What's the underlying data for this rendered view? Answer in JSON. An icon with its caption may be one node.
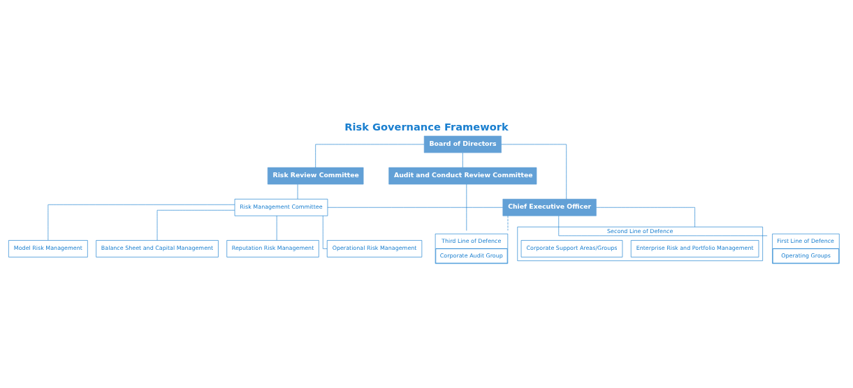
{
  "diagram": {
    "title": "Risk Governance Framework",
    "nodes": [
      {
        "text": [
          "Board of Directors"
        ]
      },
      {
        "text": [
          "Risk Review Committee"
        ]
      },
      {
        "text": [
          "Audit and Conduct Review Committee"
        ]
      },
      {
        "text": [
          "Chief Executive Officer"
        ]
      },
      {
        "text": [
          "Risk Management Committee"
        ]
      },
      {
        "text": [
          "Balance Sheet and Capital Management"
        ]
      },
      {
        "text": [
          "Reputation Risk Management"
        ]
      },
      {
        "text": [
          "Operational Risk Management"
        ]
      },
      {
        "text": [
          "Model Risk Management"
        ]
      },
      {
        "text": [
          "First Line of Defence",
          "Operating Groups"
        ]
      },
      {
        "text": [
          "Second Line of Defence"
        ]
      },
      {
        "text": [
          "Enterprise Risk and Portfolio Management"
        ],
        "in": 10
      },
      {
        "text": [
          "Corporate Support Areas/Groups"
        ],
        "in": 10
      },
      {
        "text": [
          "Third Line of Defence",
          "Corporate Audit Group"
        ]
      }
    ],
    "edges": [
      {
        "from": 0,
        "to": 1,
        "arrow": "none"
      },
      {
        "from": 0,
        "to": 3,
        "arrow": "none"
      },
      {
        "from": 0,
        "to": 2,
        "arrow": "none"
      },
      {
        "from": 1,
        "to": 4,
        "arrow": "none"
      },
      {
        "from": 4,
        "to": 3,
        "arrow": "none"
      },
      {
        "from": 4,
        "to": 5,
        "arrow": "none"
      },
      {
        "from": 4,
        "to": 6,
        "arrow": "none"
      },
      {
        "from": 4,
        "to": 7,
        "arrow": "none"
      },
      {
        "from": 4,
        "to": 8,
        "arrow": "none"
      },
      {
        "from": 3,
        "to": 9,
        "arrow": "none"
      },
      {
        "from": 3,
        "to": 10,
        "arrow": "none"
      },
      {
        "from": 3,
        "to": 13,
        "arrow": "none",
        "style": "dashed"
      },
      {
        "from": 2,
        "to": 13,
        "arrow": "none"
      }
    ]
  }
}
